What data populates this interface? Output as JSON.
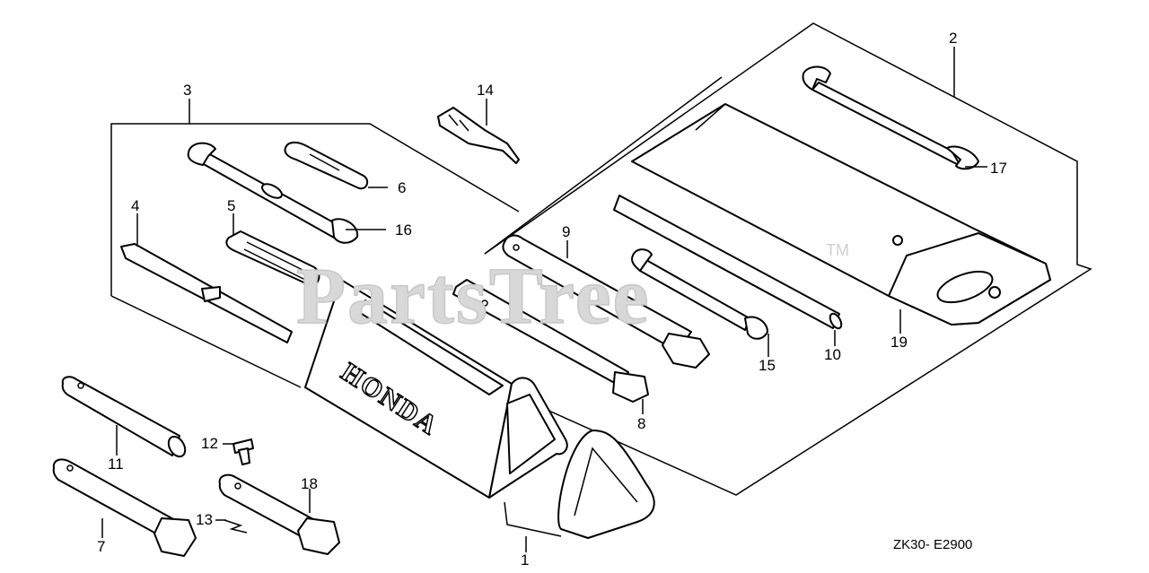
{
  "watermark": {
    "text": "PartsTree",
    "tm": "TM"
  },
  "brand_text": "HONDA",
  "diagram_code": "ZK30- E2900",
  "callouts": {
    "c1": "1",
    "c2": "2",
    "c3": "3",
    "c4": "4",
    "c5": "5",
    "c6": "6",
    "c7": "7",
    "c8": "8",
    "c9": "9",
    "c10": "10",
    "c11": "11",
    "c12": "12",
    "c13": "13",
    "c14": "14",
    "c15": "15",
    "c16": "16",
    "c17": "17",
    "c18": "18",
    "c19": "19"
  }
}
